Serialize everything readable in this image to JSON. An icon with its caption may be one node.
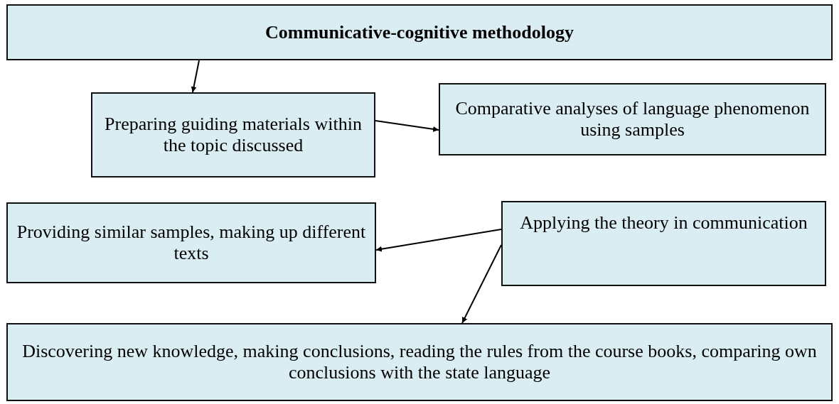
{
  "diagram": {
    "nodes": [
      {
        "text": [
          "Communicative-cognitive methodology"
        ]
      },
      {
        "text": [
          "Preparing guiding materials within the topic discussed"
        ]
      },
      {
        "text": [
          "Comparative analyses of language phenomenon using samples"
        ]
      },
      {
        "text": [
          "Providing similar samples, making up different texts"
        ]
      },
      {
        "text": [
          "Applying the theory in communication"
        ]
      },
      {
        "text": [
          "Discovering new knowledge, making conclusions, reading the rules from the course books, comparing own conclusions with the state language"
        ]
      }
    ],
    "edges": [
      {
        "from": 0,
        "to": 1,
        "arrow": "to"
      },
      {
        "from": 1,
        "to": 2,
        "arrow": "to"
      },
      {
        "from": 4,
        "to": 3,
        "arrow": "to"
      },
      {
        "from": 4,
        "to": 5,
        "arrow": "to"
      }
    ]
  }
}
